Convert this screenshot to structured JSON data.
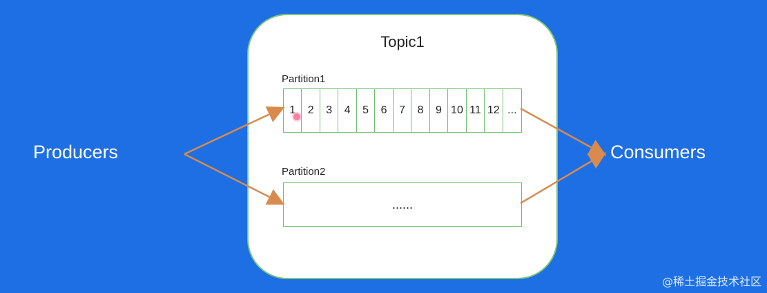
{
  "topic": {
    "title": "Topic1",
    "partitions": [
      {
        "label": "Partition1",
        "offsets": [
          "1",
          "2",
          "3",
          "4",
          "5",
          "6",
          "7",
          "8",
          "9",
          "10",
          "11",
          "12",
          "..."
        ]
      },
      {
        "label": "Partition2",
        "content": "......"
      }
    ]
  },
  "producers_label": "Producers",
  "consumers_label": "Consumers",
  "watermark": "@稀土掘金技术社区",
  "colors": {
    "background": "#1e6fe3",
    "topic_border": "#7bc67b",
    "partition_border": "#6fbf6f",
    "arrow": "#d98b4e"
  }
}
